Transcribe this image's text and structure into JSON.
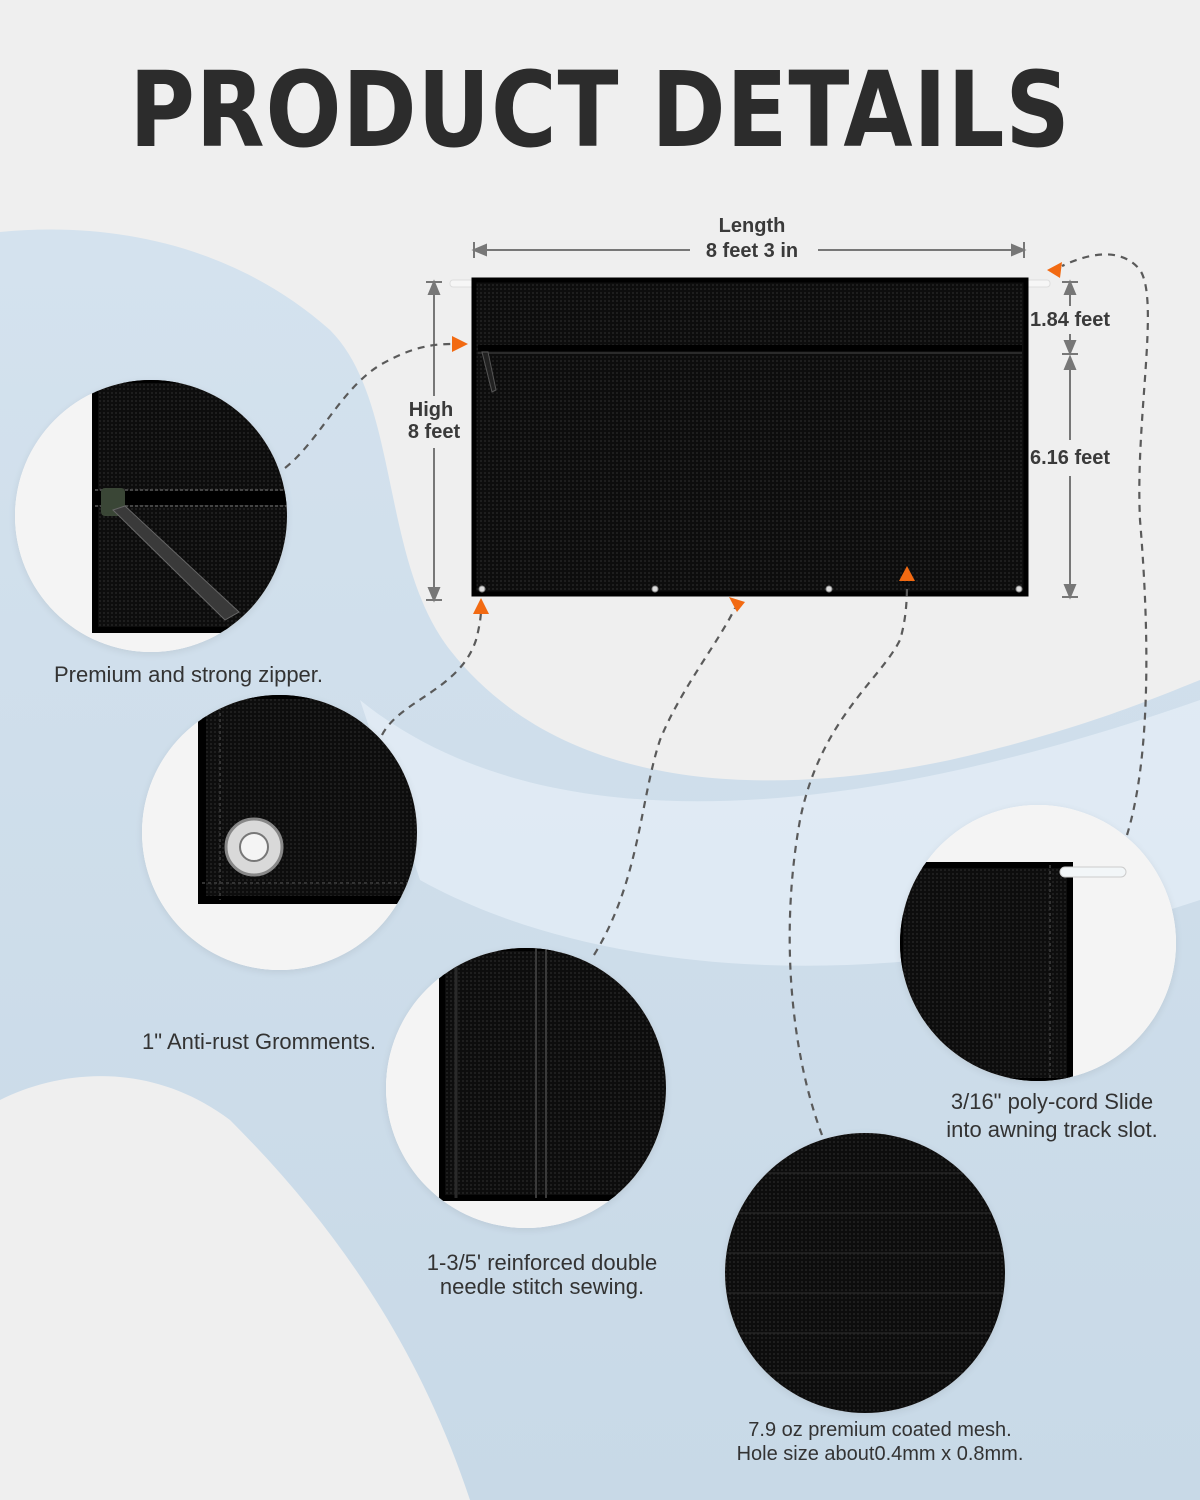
{
  "heading": "PRODUCT DETAILS",
  "dimensions": {
    "length_label": "Length",
    "length_value": "8 feet 3 in",
    "high_label": "High",
    "high_value": "8 feet",
    "top_section": "1.84 feet",
    "bottom_section": "6.16 feet"
  },
  "features": {
    "zipper": "Premium and strong zipper.",
    "grommets": "1\" Anti-rust Gromments.",
    "stitch_line1": "1-3/5' reinforced double",
    "stitch_line2": "needle stitch sewing.",
    "cord_line1": "3/16\" poly-cord Slide",
    "cord_line2": "into awning track slot.",
    "mesh_line1": "7.9 oz premium coated mesh.",
    "mesh_line2": "Hole size about0.4mm x 0.8mm."
  },
  "colors": {
    "accent_arrow": "#f26a12",
    "panel": "#111111",
    "background_blue": "#cfdfec"
  }
}
